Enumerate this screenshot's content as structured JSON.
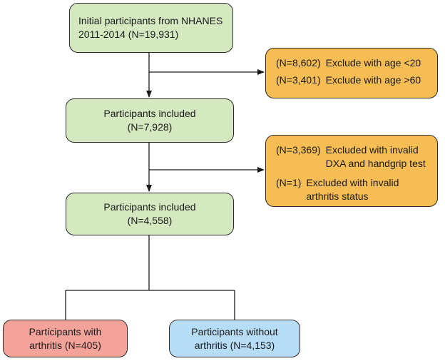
{
  "steps": [
    {
      "lines": [
        "Initial participants from NHANES",
        "2011-2014 (N=19,931)"
      ]
    },
    {
      "lines": [
        "Participants included",
        "(N=7,928)"
      ]
    },
    {
      "lines": [
        "Participants included",
        "(N=4,558)"
      ]
    }
  ],
  "exclusions": [
    {
      "items": [
        {
          "n": "(N=8,602)",
          "text": [
            "Exclude with age <20"
          ]
        },
        {
          "n": "(N=3,401)",
          "text": [
            "Exclude with age >60"
          ]
        }
      ]
    },
    {
      "items": [
        {
          "n": "(N=3,369)",
          "text": [
            "Excluded with invalid",
            "DXA and handgrip test"
          ]
        },
        {
          "n": "(N=1)",
          "text": [
            "Excluded with invalid",
            "arthritis status"
          ]
        }
      ]
    }
  ],
  "outcomes": [
    {
      "lines": [
        "Participants with",
        "arthritis (N=405)"
      ]
    },
    {
      "lines": [
        "Participants without",
        "arthritis (N=4,153)"
      ]
    }
  ],
  "colors": {
    "step": "#d5e9c0",
    "exclusion": "#f6bd54",
    "with_arthritis": "#f4a39a",
    "without_arthritis": "#b7dcf5",
    "border": "#2b2b2b"
  }
}
